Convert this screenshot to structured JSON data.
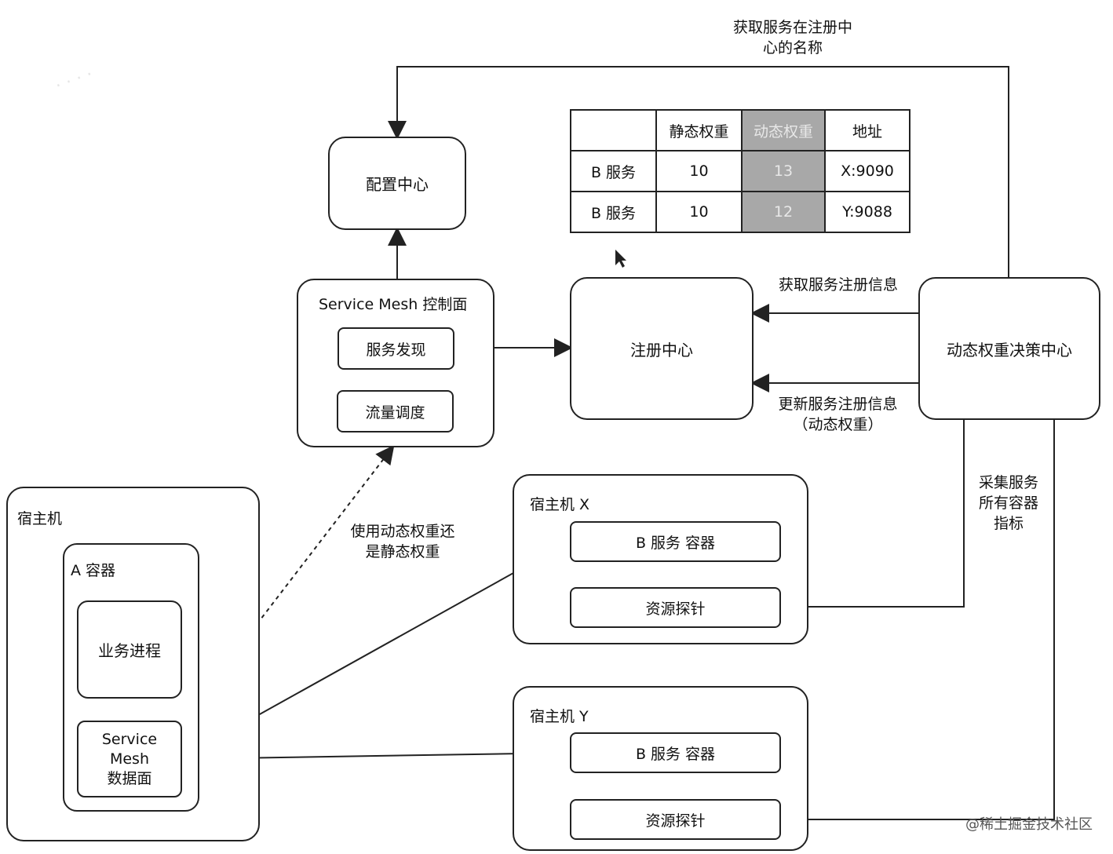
{
  "nodes": {
    "config_center": "配置中心",
    "control_plane": "Service Mesh 控制面",
    "service_discovery": "服务发现",
    "traffic_scheduling": "流量调度",
    "registry": "注册中心",
    "decision_center": "动态权重决策中心",
    "host_a": "宿主机",
    "container_a": "A 容器",
    "business_process": "业务进程",
    "data_plane": "Service\nMesh\n数据面",
    "host_x": "宿主机 X",
    "host_x_container": "B 服务 容器",
    "host_x_probe": "资源探针",
    "host_y": "宿主机 Y",
    "host_y_container": "B 服务 容器",
    "host_y_probe": "资源探针"
  },
  "edge_labels": {
    "get_name": "获取服务在注册中\n心的名称",
    "get_info": "获取服务注册信息",
    "update_info": "更新服务注册信息\n（动态权重）",
    "collect": "采集服务\n所有容器\n指标",
    "restore": "使用动态权重还\n是静态权重"
  },
  "table": {
    "headers": [
      "",
      "静态权重",
      "动态权重",
      "地址"
    ],
    "rows": [
      [
        "B 服务",
        "10",
        "13",
        "X:9090"
      ],
      [
        "B 服务",
        "10",
        "12",
        "Y:9088"
      ]
    ],
    "highlight_color": "#a8a8a8"
  },
  "credit": "@稀土掘金技术社区"
}
